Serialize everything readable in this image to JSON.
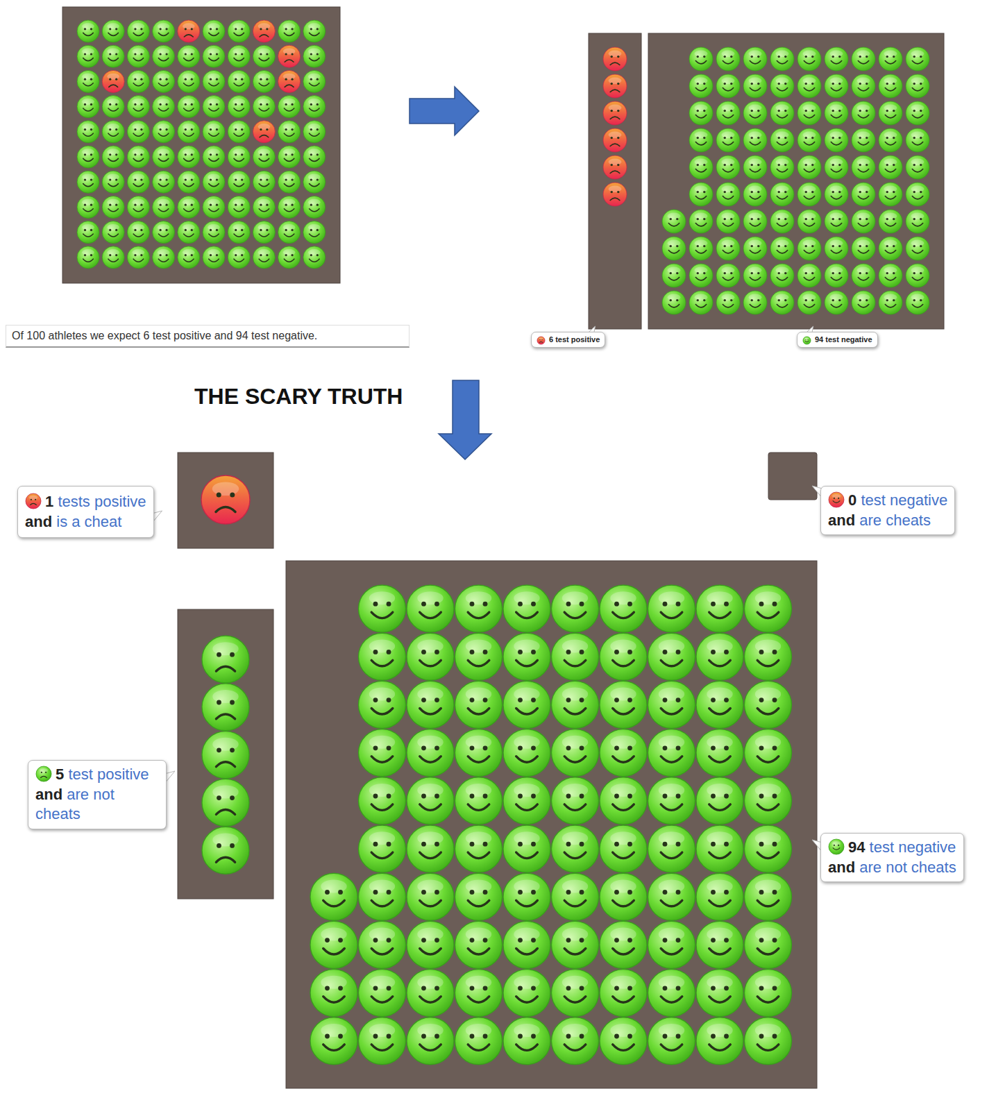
{
  "diagram": {
    "title": "THE SCARY TRUTH",
    "caption": "Of 100 athletes we expect 6 test positive and 94 test negative.",
    "nodes": [
      {
        "text": [
          "6 test positive"
        ]
      },
      {
        "text": [
          "94 test negative"
        ]
      },
      {
        "text": [
          "1",
          "tests positive",
          "and",
          "is a cheat"
        ]
      },
      {
        "text": [
          "0",
          "test negative",
          "and",
          "are cheats"
        ]
      },
      {
        "text": [
          "5",
          "test positive",
          "and",
          "are not cheats"
        ]
      },
      {
        "text": [
          "94",
          "test negative",
          "and",
          "are not cheats"
        ]
      }
    ]
  }
}
